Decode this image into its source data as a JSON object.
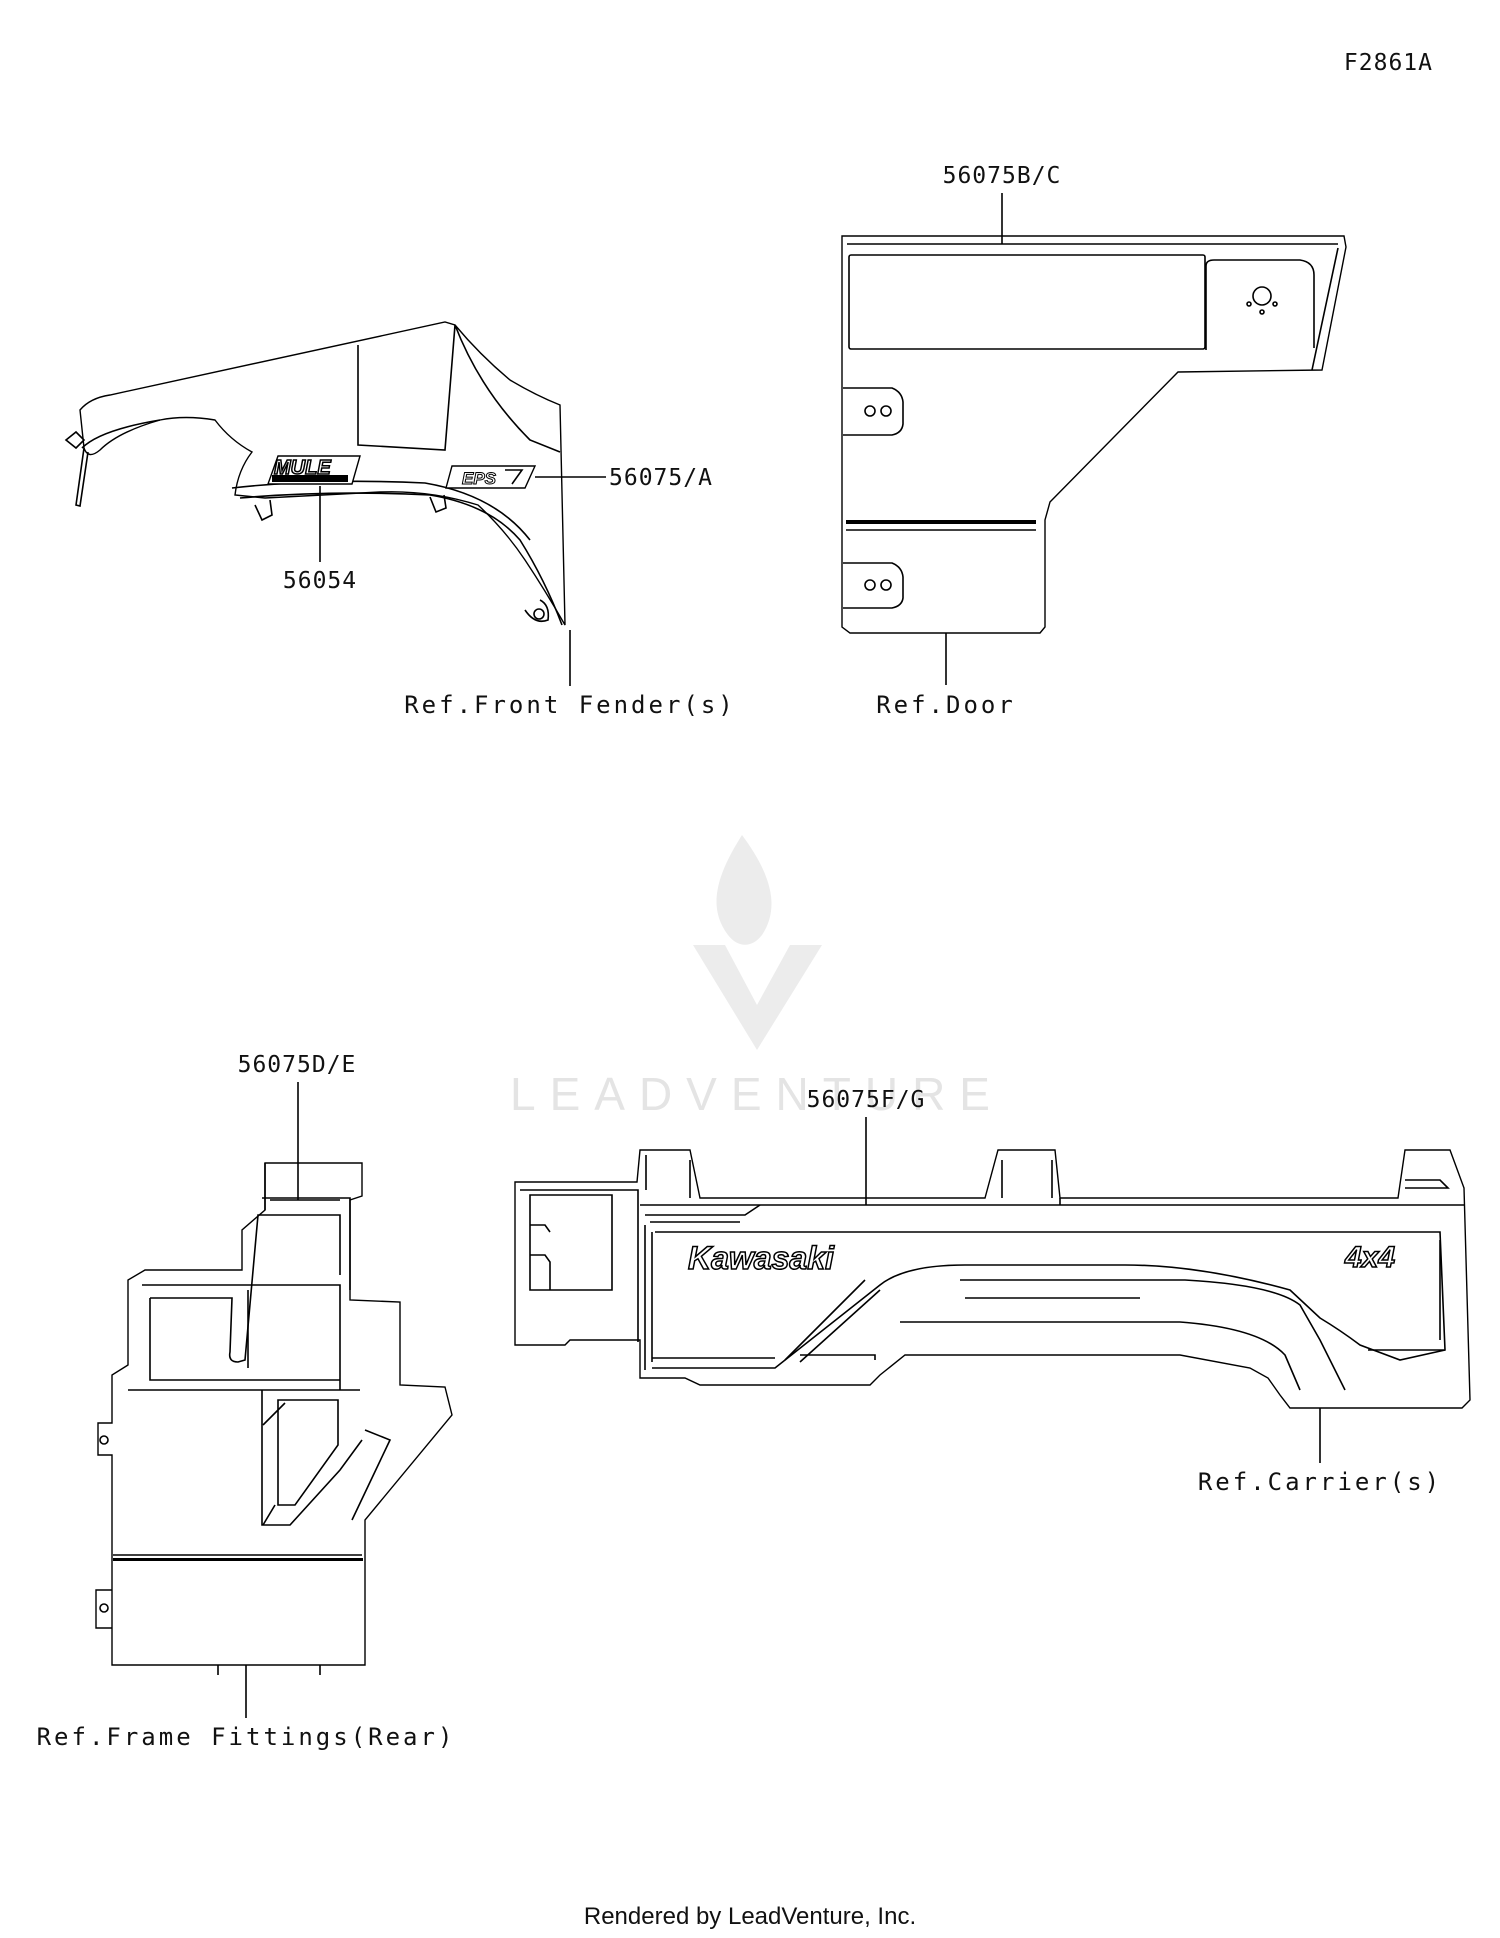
{
  "figure_code": "F2861A",
  "callouts": {
    "label_56075BC": "56075B/C",
    "label_56075A": "56075/A",
    "label_56054": "56054",
    "label_56075DE": "56075D/E",
    "label_56075FG": "56075F/G"
  },
  "references": {
    "front_fender": "Ref.Front Fender(s)",
    "door": "Ref.Door",
    "frame_fittings": "Ref.Frame Fittings(Rear)",
    "carrier": "Ref.Carrier(s)"
  },
  "decals": {
    "mule_logo": "MULE",
    "eps_logo": "EPS",
    "kawasaki_logo": "Kawasaki",
    "four_by_four": "4x4"
  },
  "watermark": "LEADVENTURE",
  "footer": "Rendered by LeadVenture, Inc."
}
